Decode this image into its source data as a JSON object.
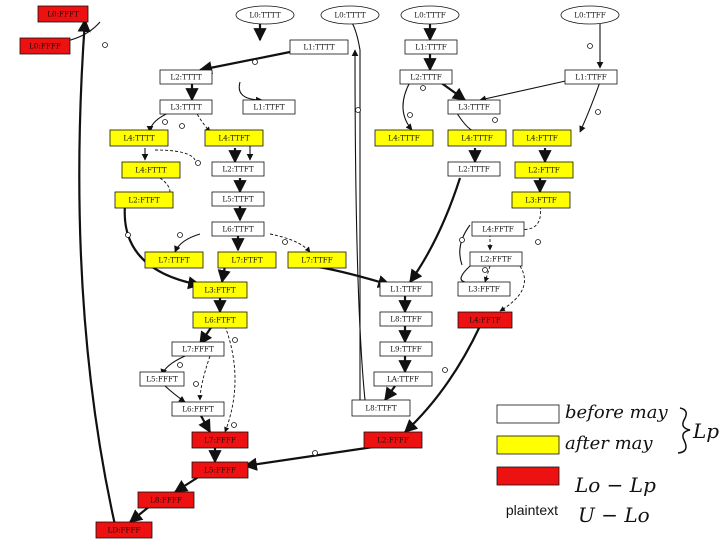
{
  "colors": {
    "white": "#ffffff",
    "yellow": "#ffff00",
    "red": "#ee1111",
    "ellipse": "#ffffff"
  },
  "nodes": [
    {
      "id": "n_l0_fftt_top",
      "label": "L0:FFFT",
      "fill": "red"
    },
    {
      "id": "n_l0_ffff_left",
      "label": "L0:FFFF",
      "fill": "red"
    },
    {
      "id": "n_l0_tttt_a",
      "label": "L0:TTTT",
      "fill": "ellipse"
    },
    {
      "id": "n_l0_tttt_b",
      "label": "L0:TTTT",
      "fill": "ellipse"
    },
    {
      "id": "n_l0_tttf",
      "label": "L0:TTTF",
      "fill": "ellipse"
    },
    {
      "id": "n_l0_ttff",
      "label": "L0:TTFF",
      "fill": "ellipse"
    },
    {
      "id": "n_l1_tttt",
      "label": "L1:TTTT",
      "fill": "white"
    },
    {
      "id": "n_l1_tttf",
      "label": "L1:TTTF",
      "fill": "white"
    },
    {
      "id": "n_l2_tttt",
      "label": "L2:TTTT",
      "fill": "white"
    },
    {
      "id": "n_l2_tttf",
      "label": "L2:TTTF",
      "fill": "white"
    },
    {
      "id": "n_l1_ttff",
      "label": "L1:TTFF",
      "fill": "white"
    },
    {
      "id": "n_l3_tttt",
      "label": "L3:TTTT",
      "fill": "white"
    },
    {
      "id": "n_l1_ttft",
      "label": "L1:TTFT",
      "fill": "white"
    },
    {
      "id": "n_l3_tttf",
      "label": "L3:TTTF",
      "fill": "white"
    },
    {
      "id": "n_l4_tttt",
      "label": "L4:TTTT",
      "fill": "yellow"
    },
    {
      "id": "n_l4_ttft",
      "label": "L4:TTFT",
      "fill": "yellow"
    },
    {
      "id": "n_l4_tttf_a",
      "label": "L4:TTTF",
      "fill": "yellow"
    },
    {
      "id": "n_l4_tttf_b",
      "label": "L4:TTTF",
      "fill": "yellow"
    },
    {
      "id": "n_l4_fttf",
      "label": "L4:FTTF",
      "fill": "yellow"
    },
    {
      "id": "n_l4_fttt",
      "label": "L4:FTTT",
      "fill": "yellow"
    },
    {
      "id": "n_l2_ttft",
      "label": "L2:TTFT",
      "fill": "white"
    },
    {
      "id": "n_l2_tttf_b",
      "label": "L2:TTTF",
      "fill": "white"
    },
    {
      "id": "n_l2_fttf",
      "label": "L2:FTTF",
      "fill": "yellow"
    },
    {
      "id": "n_l2_ftft",
      "label": "L2:FTFT",
      "fill": "yellow"
    },
    {
      "id": "n_l5_ttft",
      "label": "L5:TTFT",
      "fill": "white"
    },
    {
      "id": "n_l3_fttf",
      "label": "L3:FTTF",
      "fill": "yellow"
    },
    {
      "id": "n_l6_ttft",
      "label": "L6:TTFT",
      "fill": "white"
    },
    {
      "id": "n_l4_fftf",
      "label": "L4:FFTF",
      "fill": "white"
    },
    {
      "id": "n_l7_ttft",
      "label": "L7:TTFT",
      "fill": "yellow"
    },
    {
      "id": "n_l7_ftft",
      "label": "L7:FTFT",
      "fill": "yellow"
    },
    {
      "id": "n_l7_ttff",
      "label": "L7:TTFF",
      "fill": "yellow"
    },
    {
      "id": "n_l2_fftf",
      "label": "L2:FFTF",
      "fill": "white"
    },
    {
      "id": "n_l3_ftft",
      "label": "L3:FTFT",
      "fill": "yellow"
    },
    {
      "id": "n_l1_ttff_b",
      "label": "L1:TTFF",
      "fill": "white"
    },
    {
      "id": "n_l3_fftf",
      "label": "L3:FFTF",
      "fill": "white"
    },
    {
      "id": "n_l6_ftft",
      "label": "L6:FTFT",
      "fill": "yellow"
    },
    {
      "id": "n_l8_ttff",
      "label": "L8:TTFF",
      "fill": "white"
    },
    {
      "id": "n_l4_fftf_red",
      "label": "L4:FFTF",
      "fill": "red"
    },
    {
      "id": "n_l7_ffft",
      "label": "L7:FFFT",
      "fill": "white"
    },
    {
      "id": "n_l9_ttff",
      "label": "L9:TTFF",
      "fill": "white"
    },
    {
      "id": "n_l5_ffft",
      "label": "L5:FFFT",
      "fill": "white"
    },
    {
      "id": "n_la_ttff",
      "label": "LA:TTFF",
      "fill": "white"
    },
    {
      "id": "n_l6_ffft",
      "label": "L6:FFFT",
      "fill": "white"
    },
    {
      "id": "n_l8_ttft",
      "label": "L8:TTFT",
      "fill": "white"
    },
    {
      "id": "n_l7_ffff",
      "label": "L7:FFFF",
      "fill": "red"
    },
    {
      "id": "n_l2_ffff",
      "label": "L2:FFFF",
      "fill": "red"
    },
    {
      "id": "n_l5_ffff",
      "label": "L5:FFFF",
      "fill": "red"
    },
    {
      "id": "n_l8_ffff",
      "label": "L8:FFFF",
      "fill": "red"
    },
    {
      "id": "n_ld_ffff",
      "label": "LD:FFFF",
      "fill": "red"
    }
  ],
  "legend": {
    "items": [
      {
        "fill": "white",
        "note": "before may"
      },
      {
        "fill": "yellow",
        "note": "after may"
      },
      {
        "fill": "red",
        "note": "Lo − Lp"
      }
    ],
    "plaintext_label": "plaintext",
    "plaintext_note": "U − Lo",
    "brace_note": "Lp"
  }
}
